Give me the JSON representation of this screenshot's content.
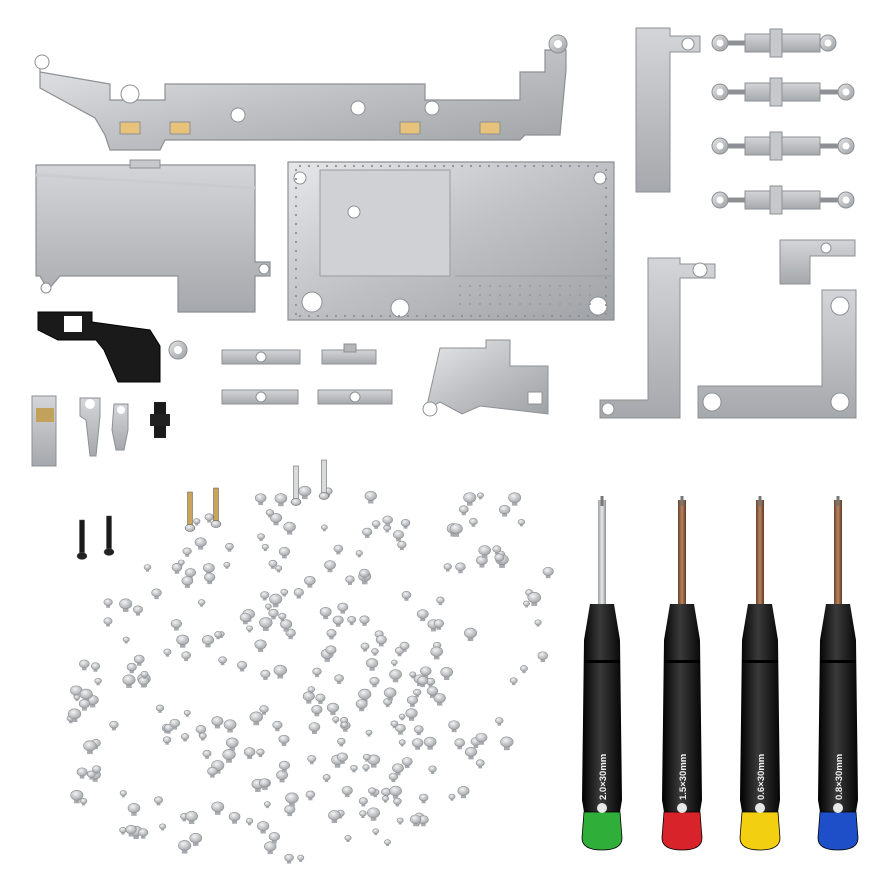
{
  "colors": {
    "background": "#ffffff",
    "metal_light": "#d9dadc",
    "metal_mid": "#b4b6b9",
    "metal_dark": "#8d9094",
    "handle": "#111111",
    "cap_green": "#2fae3a",
    "cap_red": "#d8232a",
    "cap_yellow": "#f3cf12",
    "cap_blue": "#1f4fc8",
    "bracket_black": "#1a1a1a",
    "tip_bronze": "#8a5a3a",
    "screw_gold": "#c8a55a"
  },
  "screwdrivers": [
    {
      "label": "2.0×30mm",
      "icon": "slotted-bit-icon",
      "cap_color": "#2fae3a"
    },
    {
      "label": "1.5×30mm",
      "icon": "phillips-bit-icon",
      "cap_color": "#d8232a"
    },
    {
      "label": "0.6×30mm",
      "icon": "tri-wing-bit-icon",
      "cap_color": "#f3cf12"
    },
    {
      "label": "0.8×30mm",
      "icon": "pentalobe-bit-icon",
      "cap_color": "#1f4fc8"
    }
  ]
}
